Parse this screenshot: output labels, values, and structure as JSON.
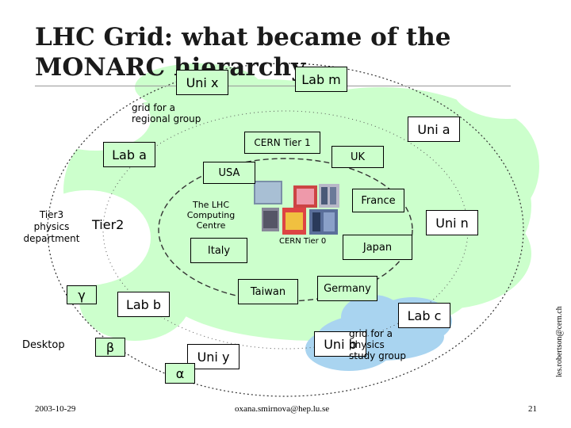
{
  "title": "LHC Grid: what became of the MONARC hierarchy",
  "labels": {
    "uni_x": "Uni x",
    "lab_m": "Lab m",
    "grid_regional": "grid for a\nregional group",
    "uni_a": "Uni a",
    "cern_tier1": "CERN Tier 1",
    "lab_a": "Lab a",
    "uk": "UK",
    "usa": "USA",
    "tier3": "Tier3\nphysics\ndepartment",
    "tier2": "Tier2",
    "lhc_centre": "The LHC\nComputing\nCentre",
    "france": "France",
    "uni_n": "Uni n",
    "cern_tier0": "CERN Tier 0",
    "italy": "Italy",
    "japan": "Japan",
    "gamma": "γ",
    "taiwan": "Taiwan",
    "germany": "Germany",
    "lab_b": "Lab b",
    "lab_c": "Lab c",
    "desktop": "Desktop",
    "beta": "β",
    "grid_physics": "grid for a\nphysics\nstudy group",
    "uni_y": "Uni y",
    "uni_b": "Uni b",
    "alpha": "α"
  },
  "footer": {
    "date": "2003-10-29",
    "email": "oxana.smirnova@hep.lu.se",
    "page": "21"
  },
  "side_credit": "les.robertson@cern.ch",
  "colors": {
    "cloud_green": "#ccffcc",
    "cloud_blue": "#a9d4f0",
    "ring": "#333333"
  }
}
